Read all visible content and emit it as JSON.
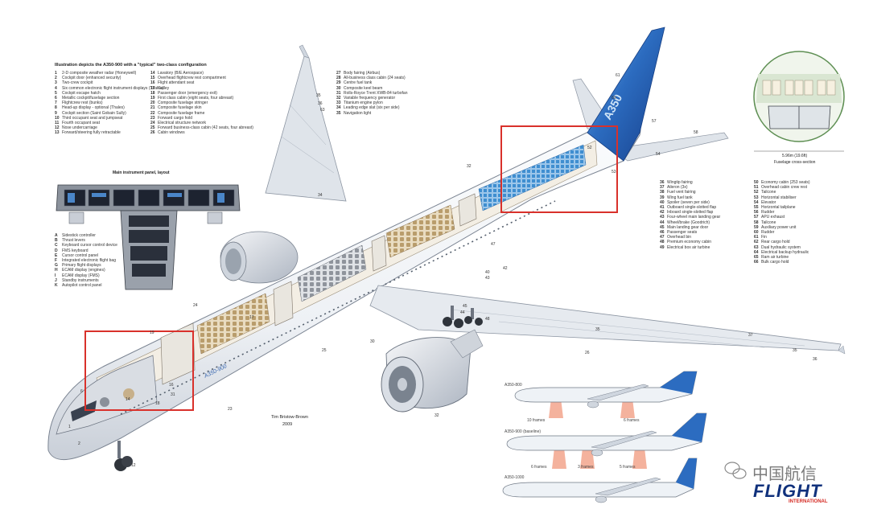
{
  "caption": {
    "title": "Illustration depicts the A350-900 with a \"typical\" two-class configuration"
  },
  "key_col1": [
    {
      "n": "1",
      "t": "2-D composite weather radar (Honeywell)"
    },
    {
      "n": "2",
      "t": "Cockpit door (enhanced security)"
    },
    {
      "n": "3",
      "t": "Two-crew cockpit"
    },
    {
      "n": "4",
      "t": "Six common electronic flight instrument displays (Thales)"
    },
    {
      "n": "5",
      "t": "Cockpit escape hatch"
    },
    {
      "n": "6",
      "t": "Metallic cockpit/fuselage section"
    },
    {
      "n": "7",
      "t": "Flightcrew rest (bunks)"
    },
    {
      "n": "8",
      "t": "Head-up display - optional (Thales)"
    },
    {
      "n": "9",
      "t": "Cockpit section (Saint Gobain Sully)"
    },
    {
      "n": "10",
      "t": "Third occupant seat and jumpseat"
    },
    {
      "n": "11",
      "t": "Fourth occupant seat"
    },
    {
      "n": "12",
      "t": "Nose undercarriage"
    },
    {
      "n": "13",
      "t": "Forward/steering fully retractable"
    }
  ],
  "key_col2": [
    {
      "n": "14",
      "t": "Lavatory (B/E Aerospace)"
    },
    {
      "n": "15",
      "t": "Overhead flightcrew rest compartment"
    },
    {
      "n": "16",
      "t": "Flight attendant seat"
    },
    {
      "n": "17",
      "t": "Galley"
    },
    {
      "n": "18",
      "t": "Passenger door (emergency exit)"
    },
    {
      "n": "19",
      "t": "First class cabin (eight seats, four abreast)"
    },
    {
      "n": "20",
      "t": "Composite fuselage stringer"
    },
    {
      "n": "21",
      "t": "Composite fuselage skin"
    },
    {
      "n": "22",
      "t": "Composite fuselage frame"
    },
    {
      "n": "23",
      "t": "Forward cargo hold"
    },
    {
      "n": "24",
      "t": "Electrical structure network"
    },
    {
      "n": "25",
      "t": "Forward business-class cabin (42 seats, four abreast)"
    },
    {
      "n": "26",
      "t": "Cabin windows"
    }
  ],
  "key_col3": [
    {
      "n": "27",
      "t": "Body fairing (Airbus)"
    },
    {
      "n": "28",
      "t": "All-business class cabin (24 seats)"
    },
    {
      "n": "29",
      "t": "Centre fuel tank"
    },
    {
      "n": "30",
      "t": "Composite keel beam"
    },
    {
      "n": "31",
      "t": "Rolls-Royce Trent XWB-84 turbofan"
    },
    {
      "n": "32",
      "t": "Variable frequency generator"
    },
    {
      "n": "33",
      "t": "Titanium engine pylon"
    },
    {
      "n": "34",
      "t": "Leading edge slat (six per side)"
    },
    {
      "n": "35",
      "t": "Navigation light"
    }
  ],
  "panel": {
    "title": "Main instrument panel, layout",
    "items": [
      {
        "n": "A",
        "t": "Sidestick controller"
      },
      {
        "n": "B",
        "t": "Thrust levers"
      },
      {
        "n": "C",
        "t": "Keyboard cursor control device"
      },
      {
        "n": "D",
        "t": "FMS keyboard"
      },
      {
        "n": "E",
        "t": "Cursor control panel"
      },
      {
        "n": "F",
        "t": "Integrated electronic flight bag"
      },
      {
        "n": "G",
        "t": "Primary flight displays"
      },
      {
        "n": "H",
        "t": "ECAM display (engines)"
      },
      {
        "n": "I",
        "t": "ECAM display (FMS)"
      },
      {
        "n": "J",
        "t": "Standby instruments"
      },
      {
        "n": "K",
        "t": "Autopilot control panel"
      }
    ]
  },
  "key_right1": [
    {
      "n": "36",
      "t": "Wingtip fairing"
    },
    {
      "n": "37",
      "t": "Aileron (3x)"
    },
    {
      "n": "38",
      "t": "Fuel vent fairing"
    },
    {
      "n": "39",
      "t": "Wing fuel tank"
    },
    {
      "n": "40",
      "t": "Spoiler (seven per side)"
    },
    {
      "n": "41",
      "t": "Outboard single-slotted flap"
    },
    {
      "n": "42",
      "t": "Inboard single-slotted flap"
    },
    {
      "n": "43",
      "t": "Four-wheel main landing gear"
    },
    {
      "n": "44",
      "t": "Wheel/brake (Goodrich)"
    },
    {
      "n": "45",
      "t": "Main landing gear door"
    },
    {
      "n": "46",
      "t": "Passenger seats"
    },
    {
      "n": "47",
      "t": "Overhead bin"
    },
    {
      "n": "48",
      "t": "Premium economy cabin"
    },
    {
      "n": "49",
      "t": "Electrical box air turbine"
    }
  ],
  "key_right2": [
    {
      "n": "50",
      "t": "Economy cabin (253 seats)"
    },
    {
      "n": "51",
      "t": "Overhead cabin crew rest"
    },
    {
      "n": "52",
      "t": "Tailcone"
    },
    {
      "n": "53",
      "t": "Horizontal stabiliser"
    },
    {
      "n": "54",
      "t": "Elevator"
    },
    {
      "n": "55",
      "t": "Horizontal tailplane"
    },
    {
      "n": "56",
      "t": "Rudder"
    },
    {
      "n": "57",
      "t": "APU exhaust"
    },
    {
      "n": "58",
      "t": "Tailcone"
    },
    {
      "n": "59",
      "t": "Auxiliary power unit"
    },
    {
      "n": "60",
      "t": "Rudder"
    },
    {
      "n": "61",
      "t": "Fin"
    },
    {
      "n": "62",
      "t": "Rear cargo hold"
    },
    {
      "n": "63",
      "t": "Dual hydraulic system"
    },
    {
      "n": "64",
      "t": "Electrical backup hydraulic"
    },
    {
      "n": "65",
      "t": "Ram air turbine"
    },
    {
      "n": "66",
      "t": "Bulk cargo hold"
    }
  ],
  "cross_section": {
    "dim": "5.96m (19.6ft)",
    "label": "Fuselage cross-section"
  },
  "variants": [
    {
      "name": "A350-800"
    },
    {
      "name": "A350-900 (baseline)"
    },
    {
      "name": "A350-1000"
    }
  ],
  "variant_frames": {
    "v800_left": "10 frames",
    "v800_right": "6 frames",
    "v1000_left": "6 frames",
    "v1000_right": "5 frames",
    "v1000_mid": "3 frames"
  },
  "credit": {
    "name": "Tim Bristow-Brown",
    "year": "2009"
  },
  "watermark": {
    "text": "中国航信"
  },
  "logo": {
    "main": "FLIGHT",
    "sub": "INTERNATIONAL"
  },
  "tail_text": "A350",
  "fuselage_text": "A350-900",
  "colors": {
    "fuselage": "#f4f6f9",
    "wing": "#e4e8ee",
    "tail_blue": "#1f56a8",
    "tail_light": "#4a9ad8",
    "seat_blue": "#3f8ed0",
    "highlight": "#d9312b",
    "logo_red": "#d42a23",
    "logo_blue": "#10317c"
  }
}
